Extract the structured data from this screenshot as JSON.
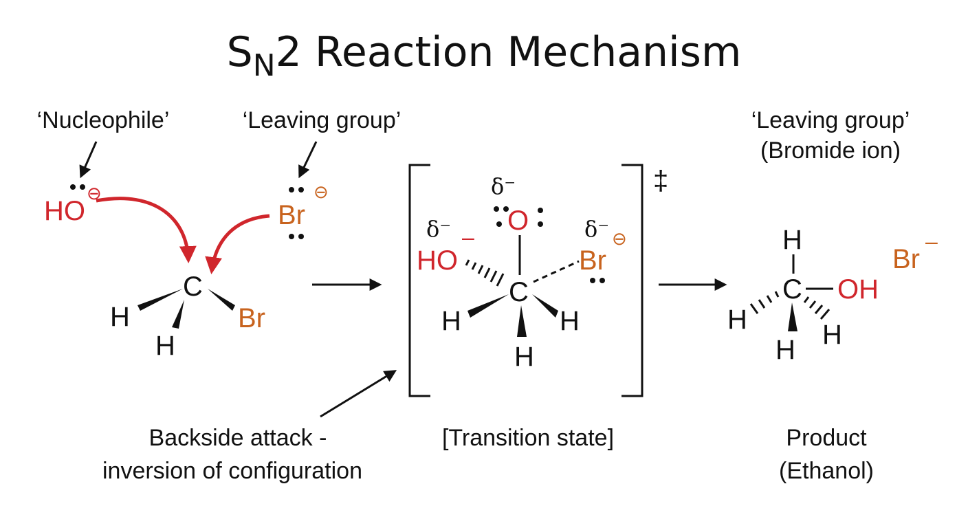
{
  "title": {
    "prefix": "S",
    "subscript": "N",
    "rest": "2 Reaction Mechanism"
  },
  "annotations": {
    "nucleophile": "‘Nucleophile’",
    "leaving_group": "‘Leaving group’",
    "leaving_group_right": "‘Leaving group’",
    "bromide_ion": "(Bromide ion)",
    "backside_line1": "Backside attack -",
    "backside_line2": "inversion of configuration",
    "transition_state": "[Transition state]",
    "product_line1": "Product",
    "product_line2": "(Ethanol)",
    "double_dagger": "‡"
  },
  "reactants": {
    "nucleophile_atoms": "HO",
    "nucleophile_charge": "⊖",
    "bromide_atom": "Br",
    "bromide_charge": "⊖",
    "carbon": "C",
    "h_left": "H",
    "h_bottom": "H",
    "br_substituent": "Br"
  },
  "transition": {
    "delta_top": "δ⁻",
    "delta_left": "δ⁻",
    "delta_right": "δ⁻",
    "oxygen_top": "O",
    "ho_left": "HO",
    "ho_charge": "–",
    "br_right": "Br",
    "br_charge": "⊖",
    "carbon": "C",
    "h_left": "H",
    "h_right": "H",
    "h_bottom": "H"
  },
  "product": {
    "h_top": "H",
    "carbon": "C",
    "oh": "OH",
    "h_left": "H",
    "h_right": "H",
    "h_bottom": "H",
    "br_ion": "Br",
    "br_ion_charge": "–"
  },
  "colors": {
    "nucleophile": "#d0262c",
    "leaving_group": "#c8631e",
    "text": "#111111"
  }
}
